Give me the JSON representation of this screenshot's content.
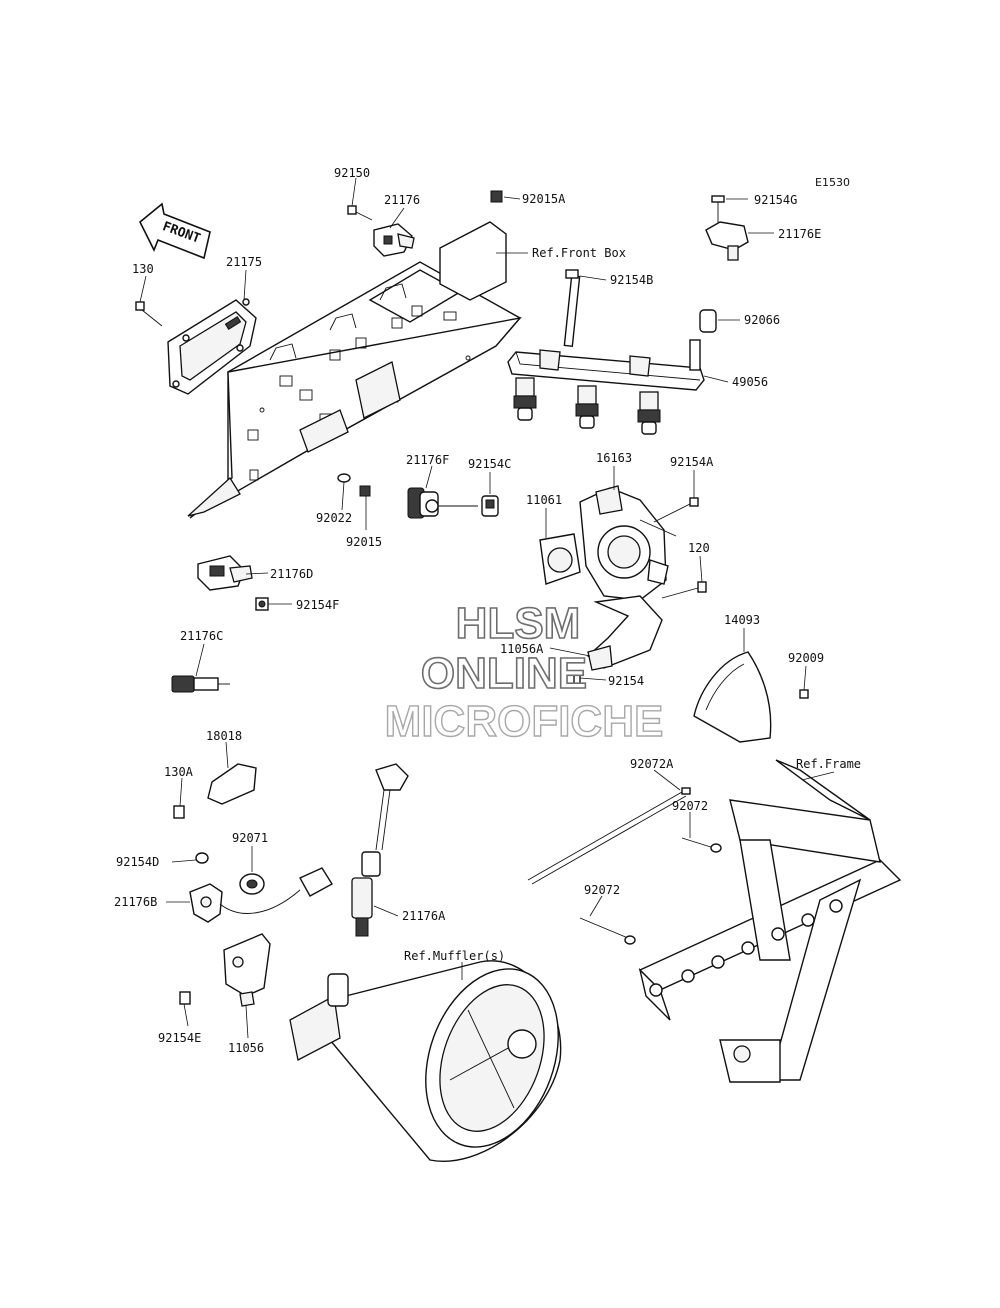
{
  "diagram_code": "E1530",
  "front_arrow": "FRONT",
  "refs": {
    "front_box": "Ref.Front Box",
    "frame": "Ref.Frame",
    "mufflers": "Ref.Muffler(s)"
  },
  "labels": {
    "p92150": "92150",
    "p21176": "21176",
    "p92015A": "92015A",
    "p92154G": "92154G",
    "p21176E": "21176E",
    "p130": "130",
    "p21175": "21175",
    "p92154B": "92154B",
    "p92066": "92066",
    "p49056": "49056",
    "p21176F": "21176F",
    "p92154C": "92154C",
    "p16163": "16163",
    "p92154A": "92154A",
    "p11061": "11061",
    "p92022": "92022",
    "p92015": "92015",
    "p120": "120",
    "p21176D": "21176D",
    "p92154F": "92154F",
    "p14093": "14093",
    "p92009": "92009",
    "p11056A": "11056A",
    "p92154": "92154",
    "p21176C": "21176C",
    "p18018": "18018",
    "p130A": "130A",
    "p92072A": "92072A",
    "p92072a": "92072",
    "p92072b": "92072",
    "p92071": "92071",
    "p92154D": "92154D",
    "p21176B": "21176B",
    "p21176A": "21176A",
    "p92154E": "92154E",
    "p11056": "11056"
  },
  "watermark": {
    "line1": "HLSM",
    "line2": "ONLINE",
    "line3": "MICROFICHE"
  }
}
